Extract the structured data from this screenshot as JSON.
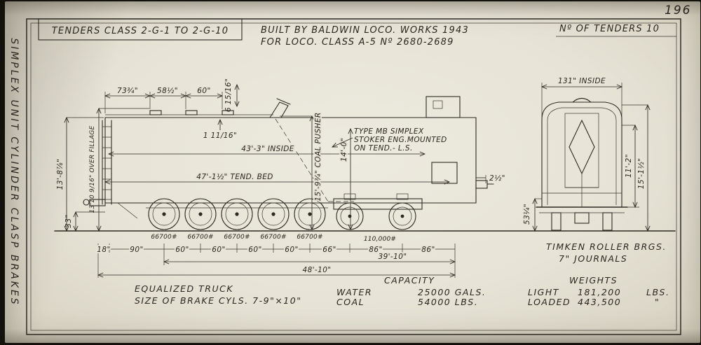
{
  "page_number": "196",
  "margin_title": "SIMPLEX UNIT CYLINDER CLASP BRAKES",
  "header": {
    "tenders_class": "TENDERS CLASS 2-G-1 TO 2-G-10",
    "built_line1": "BUILT BY BALDWIN LOCO. WORKS 1943",
    "built_line2": "FOR LOCO. CLASS A-5 Nº 2680-2689",
    "tender_count": "Nº OF TENDERS 10"
  },
  "side_view": {
    "top_dims": [
      "73¾\"",
      "58½\"",
      "60\"",
      "6 15/16\""
    ],
    "dim_1_11_16": "1 11/16\"",
    "dim_height": "13'-8⅞\"",
    "dim_over_fillage": "13'10 9/16\" OVER FILLAGE",
    "dim_33": "33\"",
    "dim_inside": "43'-3\" INSIDE",
    "dim_tend_bed": "47'-1½\" TEND. BED",
    "dim_14_0": "14'-0\"",
    "dim_coal_pusher": "15'-9¾\" COAL PUSHER",
    "stoker_note": [
      "TYPE MB SIMPLEX",
      "STOKER ENG.MOUNTED",
      "ON TEND.- L.S."
    ],
    "dim_2_half": "2½\"",
    "wheel_loads": [
      "66700#",
      "66700#",
      "66700#",
      "66700#",
      "66700#"
    ],
    "truck_load": "110,000#",
    "bottom_dims": [
      "18\"",
      "90\"",
      "60\"",
      "60\"",
      "60\"",
      "60\"",
      "66\"",
      "86\"",
      "86\""
    ],
    "dim_39_10": "39'-10\"",
    "dim_48_10": "48'-10\""
  },
  "end_view": {
    "dim_131": "131\" INSIDE",
    "dim_11_2": "11'-2\"",
    "dim_15_1_half": "15'-1½\"",
    "dim_53_quarter": "53¼\"",
    "bearing_line1": "TIMKEN ROLLER BRGS.",
    "bearing_line2": "7\" JOURNALS"
  },
  "footer": {
    "equalized_truck": "EQUALIZED TRUCK",
    "brake_cyls": "SIZE OF BRAKE CYLS. 7-9\"×10\"",
    "capacity_title": "CAPACITY",
    "water_label": "WATER",
    "water_value": "25000 GALS.",
    "coal_label": "COAL",
    "coal_value": "54000 LBS.",
    "weights_title": "WEIGHTS",
    "light_label": "LIGHT",
    "light_value": "181,200",
    "light_unit": "LBS.",
    "loaded_label": "LOADED",
    "loaded_value": "443,500",
    "loaded_unit": "\""
  }
}
